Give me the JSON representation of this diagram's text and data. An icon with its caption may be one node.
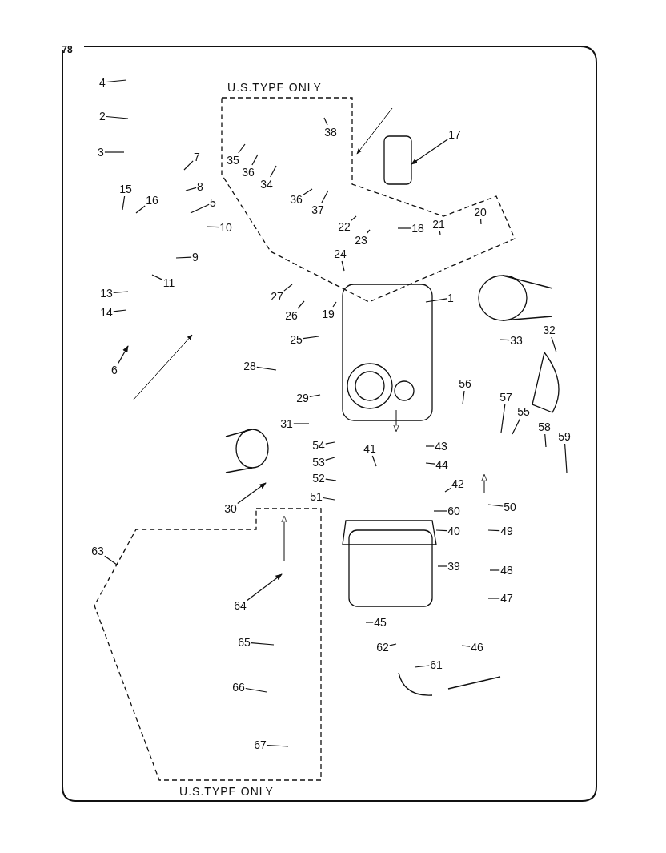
{
  "diagram": {
    "nodes": [
      {
        "text": [
          "U.S.TYPE ONLY"
        ]
      },
      {
        "text": [
          "4"
        ]
      },
      {
        "text": [
          "2"
        ]
      },
      {
        "text": [
          "3"
        ]
      },
      {
        "text": [
          "7"
        ]
      },
      {
        "text": [
          "8"
        ]
      },
      {
        "text": [
          "15"
        ]
      },
      {
        "text": [
          "16"
        ]
      },
      {
        "text": [
          "5"
        ]
      },
      {
        "text": [
          "10"
        ]
      },
      {
        "text": [
          "9"
        ]
      },
      {
        "text": [
          "11"
        ]
      },
      {
        "text": [
          "13"
        ]
      },
      {
        "text": [
          "14"
        ]
      },
      {
        "text": [
          "6"
        ]
      },
      {
        "text": [
          "35"
        ],
        "in": 0
      },
      {
        "text": [
          "36"
        ],
        "in": 0
      },
      {
        "text": [
          "34"
        ],
        "in": 0
      },
      {
        "text": [
          "38"
        ],
        "in": 0
      },
      {
        "text": [
          "36"
        ],
        "in": 0
      },
      {
        "text": [
          "37"
        ],
        "in": 0
      },
      {
        "text": [
          "22"
        ],
        "in": 0
      },
      {
        "text": [
          "23"
        ],
        "in": 0
      },
      {
        "text": [
          "18"
        ],
        "in": 0
      },
      {
        "text": [
          "21"
        ],
        "in": 0
      },
      {
        "text": [
          "20"
        ],
        "in": 0
      },
      {
        "text": [
          "24"
        ],
        "in": 0
      },
      {
        "text": [
          "17"
        ]
      },
      {
        "text": [
          "27"
        ]
      },
      {
        "text": [
          "26"
        ]
      },
      {
        "text": [
          "19"
        ]
      },
      {
        "text": [
          "1"
        ]
      },
      {
        "text": [
          "25"
        ]
      },
      {
        "text": [
          "33"
        ]
      },
      {
        "text": [
          "32"
        ]
      },
      {
        "text": [
          "28"
        ]
      },
      {
        "text": [
          "29"
        ]
      },
      {
        "text": [
          "31"
        ]
      },
      {
        "text": [
          "56"
        ]
      },
      {
        "text": [
          "57"
        ]
      },
      {
        "text": [
          "55"
        ]
      },
      {
        "text": [
          "58"
        ]
      },
      {
        "text": [
          "59"
        ]
      },
      {
        "text": [
          "54"
        ]
      },
      {
        "text": [
          "53"
        ]
      },
      {
        "text": [
          "52"
        ]
      },
      {
        "text": [
          "41"
        ]
      },
      {
        "text": [
          "43"
        ]
      },
      {
        "text": [
          "44"
        ]
      },
      {
        "text": [
          "42"
        ]
      },
      {
        "text": [
          "30"
        ]
      },
      {
        "text": [
          "51"
        ]
      },
      {
        "text": [
          "50"
        ]
      },
      {
        "text": [
          "60"
        ]
      },
      {
        "text": [
          "40"
        ]
      },
      {
        "text": [
          "49"
        ]
      },
      {
        "text": [
          "39"
        ]
      },
      {
        "text": [
          "48"
        ]
      },
      {
        "text": [
          "47"
        ]
      },
      {
        "text": [
          "45"
        ]
      },
      {
        "text": [
          "46"
        ]
      },
      {
        "text": [
          "62"
        ]
      },
      {
        "text": [
          "61"
        ]
      },
      {
        "text": [
          "63"
        ]
      },
      {
        "text": [
          "U.S.TYPE ONLY"
        ]
      },
      {
        "text": [
          "64"
        ],
        "in": 64
      },
      {
        "text": [
          "65"
        ],
        "in": 64
      },
      {
        "text": [
          "66"
        ],
        "in": 64
      },
      {
        "text": [
          "67"
        ],
        "in": 64
      }
    ],
    "edges": [
      {
        "from": 1,
        "to": null,
        "arrow": "none"
      },
      {
        "from": 2,
        "to": null,
        "arrow": "none"
      },
      {
        "from": 3,
        "to": null,
        "arrow": "none"
      },
      {
        "from": 4,
        "to": null,
        "arrow": "none"
      },
      {
        "from": 5,
        "to": null,
        "arrow": "none"
      },
      {
        "from": 6,
        "to": null,
        "arrow": "none"
      },
      {
        "from": 7,
        "to": null,
        "arrow": "none"
      },
      {
        "from": 8,
        "to": null,
        "arrow": "none"
      },
      {
        "from": 9,
        "to": null,
        "arrow": "none"
      },
      {
        "from": 10,
        "to": null,
        "arrow": "none"
      },
      {
        "from": 11,
        "to": null,
        "arrow": "none"
      },
      {
        "from": 12,
        "to": null,
        "arrow": "none"
      },
      {
        "from": 13,
        "to": null,
        "arrow": "none"
      },
      {
        "from": 14,
        "to": null,
        "arrow": "to"
      },
      {
        "from": 15,
        "to": null,
        "arrow": "none"
      },
      {
        "from": 16,
        "to": null,
        "arrow": "none"
      },
      {
        "from": 17,
        "to": null,
        "arrow": "none"
      },
      {
        "from": 18,
        "to": null,
        "arrow": "none"
      },
      {
        "from": 19,
        "to": null,
        "arrow": "none"
      },
      {
        "from": 20,
        "to": null,
        "arrow": "none"
      },
      {
        "from": 21,
        "to": null,
        "arrow": "none"
      },
      {
        "from": 22,
        "to": null,
        "arrow": "none"
      },
      {
        "from": 23,
        "to": null,
        "arrow": "none"
      },
      {
        "from": 24,
        "to": null,
        "arrow": "none"
      },
      {
        "from": 25,
        "to": null,
        "arrow": "none"
      },
      {
        "from": 26,
        "to": null,
        "arrow": "none"
      },
      {
        "from": 27,
        "to": null,
        "arrow": "to"
      },
      {
        "from": 28,
        "to": null,
        "arrow": "none"
      },
      {
        "from": 29,
        "to": null,
        "arrow": "none"
      },
      {
        "from": 30,
        "to": null,
        "arrow": "none"
      },
      {
        "from": 31,
        "to": null,
        "arrow": "none"
      },
      {
        "from": 32,
        "to": null,
        "arrow": "none"
      },
      {
        "from": 33,
        "to": null,
        "arrow": "none"
      },
      {
        "from": 34,
        "to": null,
        "arrow": "none"
      },
      {
        "from": 35,
        "to": null,
        "arrow": "none"
      },
      {
        "from": 36,
        "to": null,
        "arrow": "none"
      },
      {
        "from": 37,
        "to": null,
        "arrow": "none"
      },
      {
        "from": 38,
        "to": null,
        "arrow": "none"
      },
      {
        "from": 39,
        "to": null,
        "arrow": "none"
      },
      {
        "from": 40,
        "to": null,
        "arrow": "none"
      },
      {
        "from": 41,
        "to": null,
        "arrow": "none"
      },
      {
        "from": 42,
        "to": null,
        "arrow": "none"
      },
      {
        "from": 43,
        "to": null,
        "arrow": "none"
      },
      {
        "from": 44,
        "to": null,
        "arrow": "none"
      },
      {
        "from": 45,
        "to": null,
        "arrow": "none"
      },
      {
        "from": 46,
        "to": null,
        "arrow": "none"
      },
      {
        "from": 47,
        "to": null,
        "arrow": "none"
      },
      {
        "from": 48,
        "to": null,
        "arrow": "none"
      },
      {
        "from": 49,
        "to": null,
        "arrow": "none"
      },
      {
        "from": 50,
        "to": null,
        "arrow": "to"
      },
      {
        "from": 51,
        "to": null,
        "arrow": "none"
      },
      {
        "from": 52,
        "to": null,
        "arrow": "none"
      },
      {
        "from": 53,
        "to": null,
        "arrow": "none"
      },
      {
        "from": 54,
        "to": null,
        "arrow": "none"
      },
      {
        "from": 55,
        "to": null,
        "arrow": "none"
      },
      {
        "from": 56,
        "to": null,
        "arrow": "none"
      },
      {
        "from": 57,
        "to": null,
        "arrow": "none"
      },
      {
        "from": 58,
        "to": null,
        "arrow": "none"
      },
      {
        "from": 59,
        "to": null,
        "arrow": "none"
      },
      {
        "from": 60,
        "to": null,
        "arrow": "none"
      },
      {
        "from": 61,
        "to": null,
        "arrow": "none"
      },
      {
        "from": 62,
        "to": null,
        "arrow": "none"
      },
      {
        "from": 63,
        "to": 64,
        "arrow": "none"
      },
      {
        "from": 65,
        "to": null,
        "arrow": "to"
      },
      {
        "from": 66,
        "to": null,
        "arrow": "none"
      },
      {
        "from": 67,
        "to": null,
        "arrow": "none"
      },
      {
        "from": 68,
        "to": null,
        "arrow": "none"
      }
    ],
    "labels": [
      "78"
    ]
  }
}
